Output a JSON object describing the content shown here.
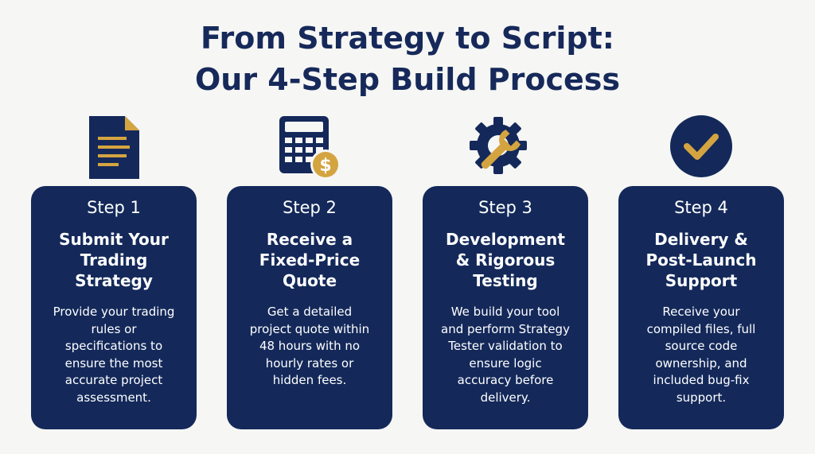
{
  "title": {
    "line1": "From Strategy to Script:",
    "line2": "Our 4-Step Build Process"
  },
  "colors": {
    "navy": "#14295a",
    "gold": "#d4a440",
    "background": "#f6f6f4",
    "text_on_card": "#ffffff"
  },
  "steps": [
    {
      "icon": "document-icon",
      "label": "Step 1",
      "heading_lines": [
        "Submit Your",
        "Trading",
        "Strategy"
      ],
      "desc_lines": [
        "Provide your trading",
        "rules or",
        "specifications to",
        "ensure the most",
        "accurate project",
        "assessment."
      ]
    },
    {
      "icon": "calculator-dollar-icon",
      "label": "Step 2",
      "heading_lines": [
        "Receive a",
        "Fixed-Price",
        "Quote"
      ],
      "desc_lines": [
        "Get a detailed",
        "project quote within",
        "48 hours with no",
        "hourly rates or",
        "hidden fees."
      ]
    },
    {
      "icon": "gear-wrench-icon",
      "label": "Step 3",
      "heading_lines": [
        "Development",
        "& Rigorous",
        "Testing"
      ],
      "desc_lines": [
        "We build your tool",
        "and perform Strategy",
        "Tester validation to",
        "ensure logic",
        "accuracy before",
        "delivery."
      ]
    },
    {
      "icon": "checkmark-circle-icon",
      "label": "Step 4",
      "heading_lines": [
        "Delivery &",
        "Post-Launch",
        "Support"
      ],
      "desc_lines": [
        "Receive your",
        "compiled files, full",
        "source code",
        "ownership, and",
        "included bug-fix",
        "support."
      ]
    }
  ]
}
